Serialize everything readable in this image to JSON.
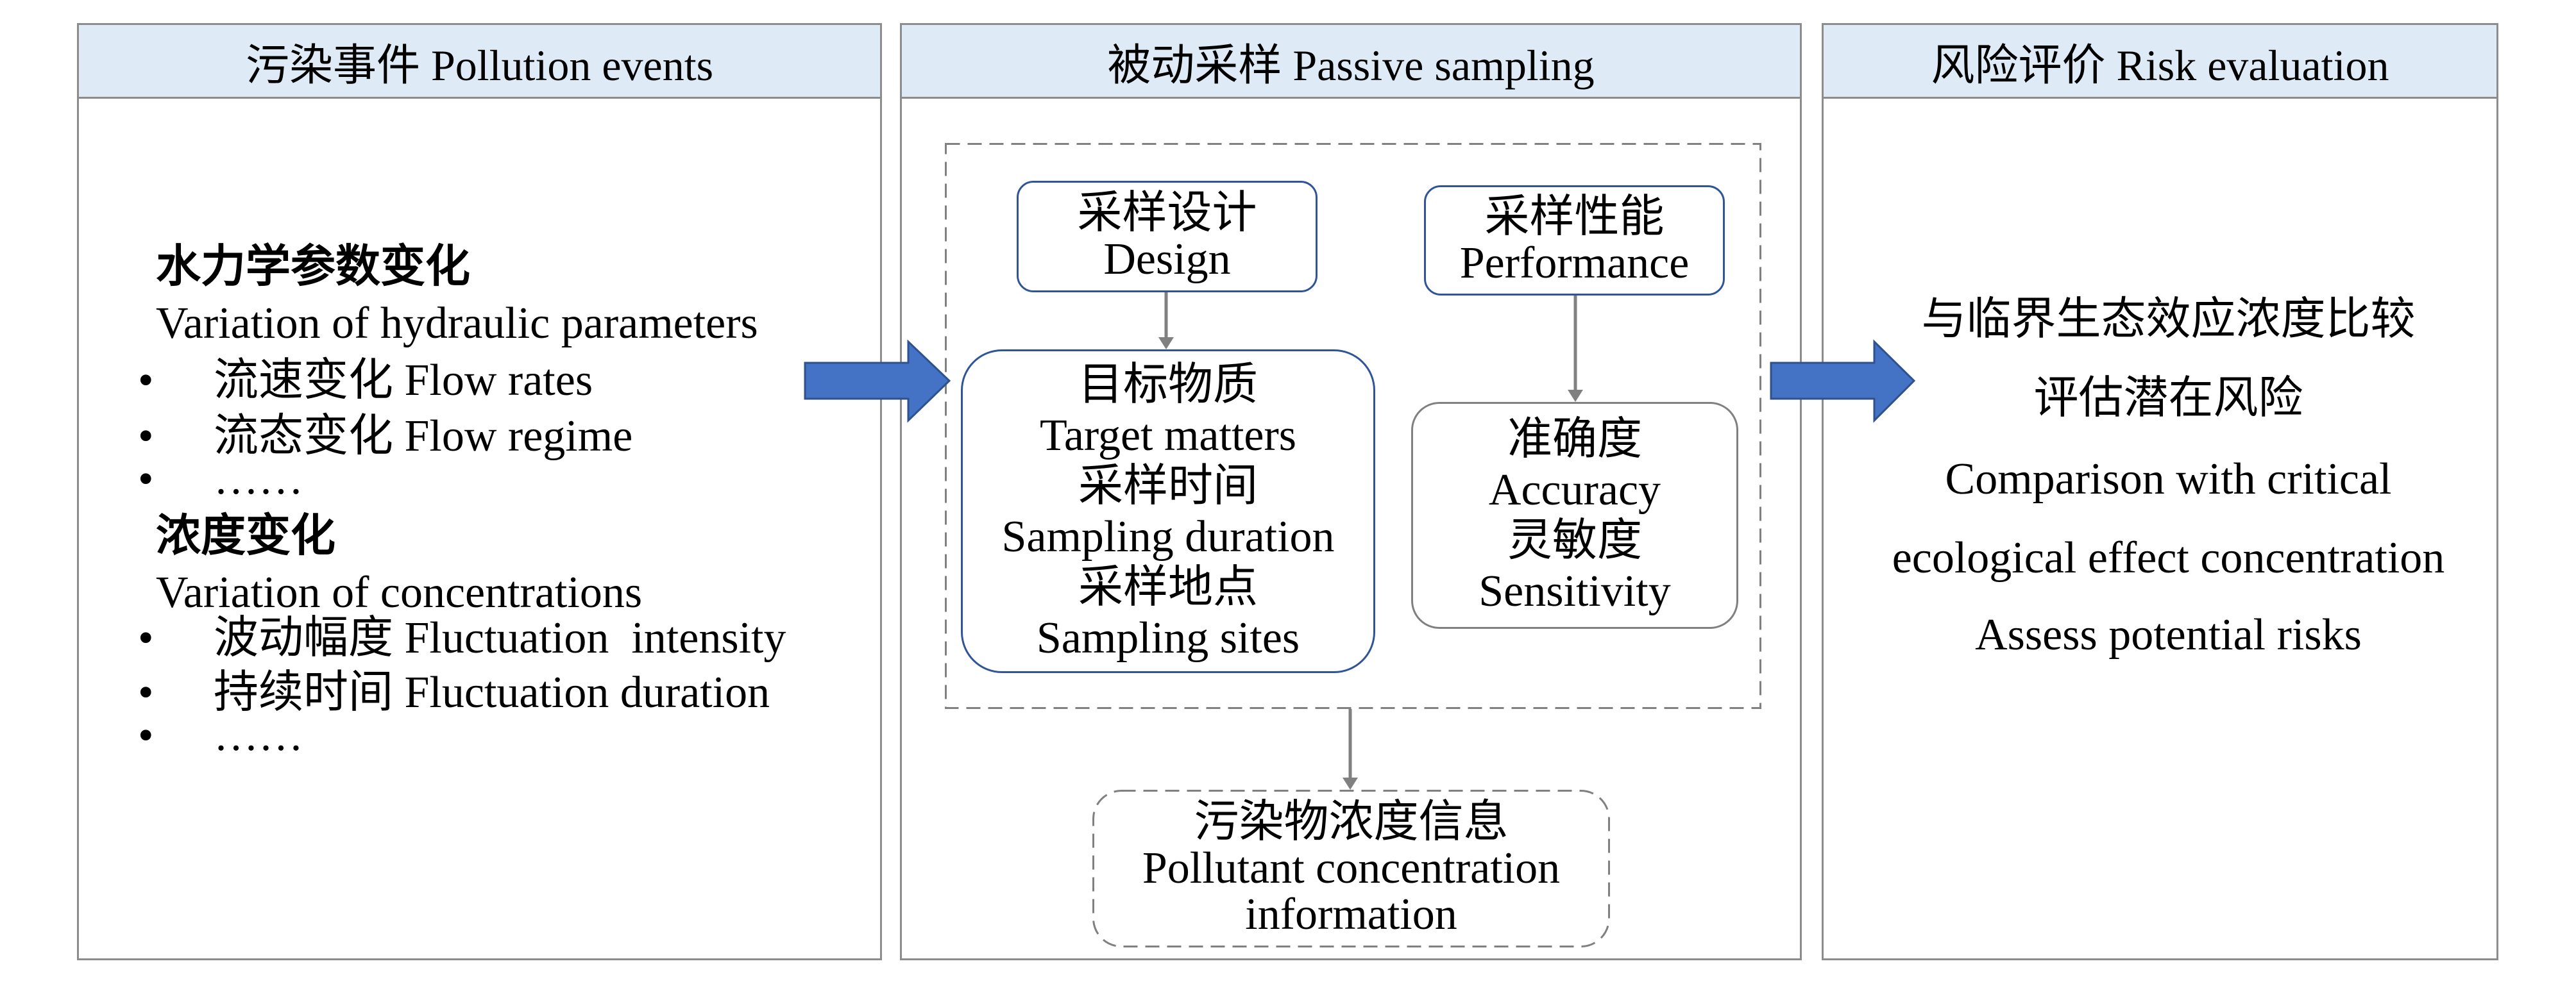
{
  "panels": {
    "pollution_events": {
      "title": "污染事件 Pollution events",
      "bullet": "•",
      "hydraulic": {
        "heading": "水力学参数变化",
        "subheading": "Variation of hydraulic parameters",
        "items": [
          "流速变化 Flow rates",
          "流态变化 Flow regime",
          "……"
        ]
      },
      "concentration": {
        "heading": "浓度变化",
        "subheading": "Variation of concentrations",
        "items": [
          "波动幅度 Fluctuation  intensity",
          "持续时间 Fluctuation duration",
          "……"
        ]
      }
    },
    "passive_sampling": {
      "title": "被动采样 Passive sampling",
      "design": {
        "zh": "采样设计",
        "en": "Design"
      },
      "performance": {
        "zh": "采样性能",
        "en": "Performance"
      },
      "targets": [
        {
          "zh": "目标物质",
          "en": "Target matters"
        },
        {
          "zh": "采样时间",
          "en": "Sampling duration"
        },
        {
          "zh": "采样地点",
          "en": "Sampling sites"
        }
      ],
      "metrics": [
        {
          "zh": "准确度",
          "en": "Accuracy"
        },
        {
          "zh": "灵敏度",
          "en": "Sensitivity"
        }
      ],
      "output": {
        "zh": "污染物浓度信息",
        "en_lines": [
          "Pollutant concentration",
          "information"
        ]
      }
    },
    "risk_evaluation": {
      "title": "风险评价 Risk evaluation",
      "lines": [
        "与临界生态效应浓度比较",
        "评估潜在风险",
        "Comparison with critical",
        "ecological effect concentration",
        "Assess potential risks"
      ]
    }
  },
  "colors": {
    "header_background": "#deebf7",
    "panel_border": "#8c8c8c",
    "arrow_fill": "#4472c4",
    "arrow_outline": "#2f528f",
    "box_border_blue": "#2f5597",
    "box_border_gray": "#808080"
  }
}
